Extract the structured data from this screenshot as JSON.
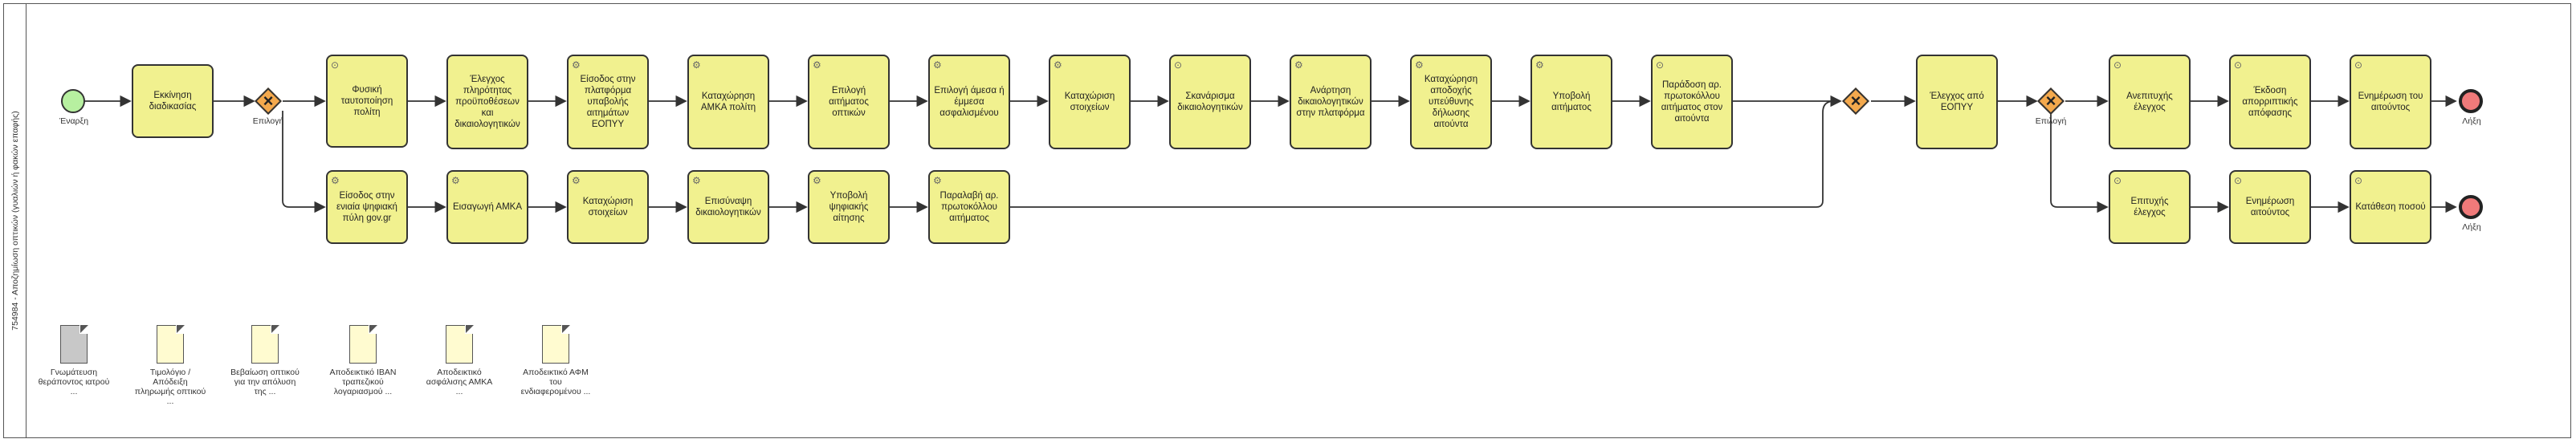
{
  "lane_title": "754984 - Αποζημίωση οπτικών (γυαλιών ή φακών επαφής)",
  "events": {
    "start_label": "Έναρξη",
    "end1_label": "Λήξη",
    "end2_label": "Λήξη"
  },
  "gateways": {
    "gw1_label": "Επιλογή",
    "gw2_label": "",
    "gw3_label": "Επιλογή"
  },
  "tasks": {
    "t_start": "Εκκίνηση διαδικασίας",
    "t_identify": "Φυσική ταυτοποίηση πολίτη",
    "t_check_req": "Έλεγχος πληρότητας προϋποθέσεων και δικαιολογητικών",
    "t_login_eopyy": "Είσοδος στην πλατφόρμα υπαβολής αιτημάτων ΕΟΠΥΥ",
    "t_amka_entry": "Καταχώρηση ΑΜΚΑ πολίτη",
    "t_select_req": "Επιλογή αιτήματος οπτικών",
    "t_direct_select": "Επιλογή άμεσα ή έμμεσα ασφαλισμένου",
    "t_data_entry": "Καταχώριση στοιχείων",
    "t_scan_docs": "Σκανάρισμα δικαιολογητικών",
    "t_upload_docs": "Ανάρτηση δικαιολογητικών στην πλατφόρμα",
    "t_responsibility": "Καταχώρηση αποδοχής υπεύθυνης δήλωσης αιτούντα",
    "t_submit": "Υποβολή αιτήματος",
    "t_deliver_protocol": "Παράδοση αρ. πρωτοκόλλου αιτήματος στον αιτούντα",
    "t_gov_login": "Είσοδος στην ενιαία ψηφιακή πύλη gov.gr",
    "t_amka_input": "Εισαγωγή ΑΜΚΑ",
    "t_data_entry2": "Καταχώριση στοιχείων",
    "t_attach_docs": "Επισύναψη δικαιολογητικών",
    "t_digital_submit": "Υποβολή ψηφιακής αίτησης",
    "t_receive_protocol": "Παραλαβή αρ. πρωτοκόλλου αιτήματος",
    "t_eopyy_check": "Έλεγχος από ΕΟΠΥΥ",
    "t_failed": "Ανεπιτυχής έλεγχος",
    "t_reject": "Έκδοση απορριπτικής απόφασης",
    "t_notify_fail": "Ενημέρωση του αιτούντος",
    "t_success": "Επιτυχής έλεγχος",
    "t_notify_ok": "Ενημέρωση αιτούντος",
    "t_deposit": "Κατάθεση ποσού"
  },
  "documents": [
    {
      "label": "Γνωμάτευση θεράποντος ιατρού ...",
      "color": "#c8c8c8"
    },
    {
      "label": "Τιμολόγιο / Απόδειξη πληρωμής οπτικού ...",
      "color": "#fffbd0"
    },
    {
      "label": "Βεβαίωση οπτικού για την απόλυση της ...",
      "color": "#fffbd0"
    },
    {
      "label": "Αποδεικτικό IBAN τραπεζικού λογαριασμού ...",
      "color": "#fffbd0"
    },
    {
      "label": "Αποδεικτικό ασφάλισης ΑΜΚΑ ...",
      "color": "#fffbd0"
    },
    {
      "label": "Αποδεικτικό ΑΦΜ του ενδιαφερομένου ...",
      "color": "#fffbd0"
    }
  ]
}
